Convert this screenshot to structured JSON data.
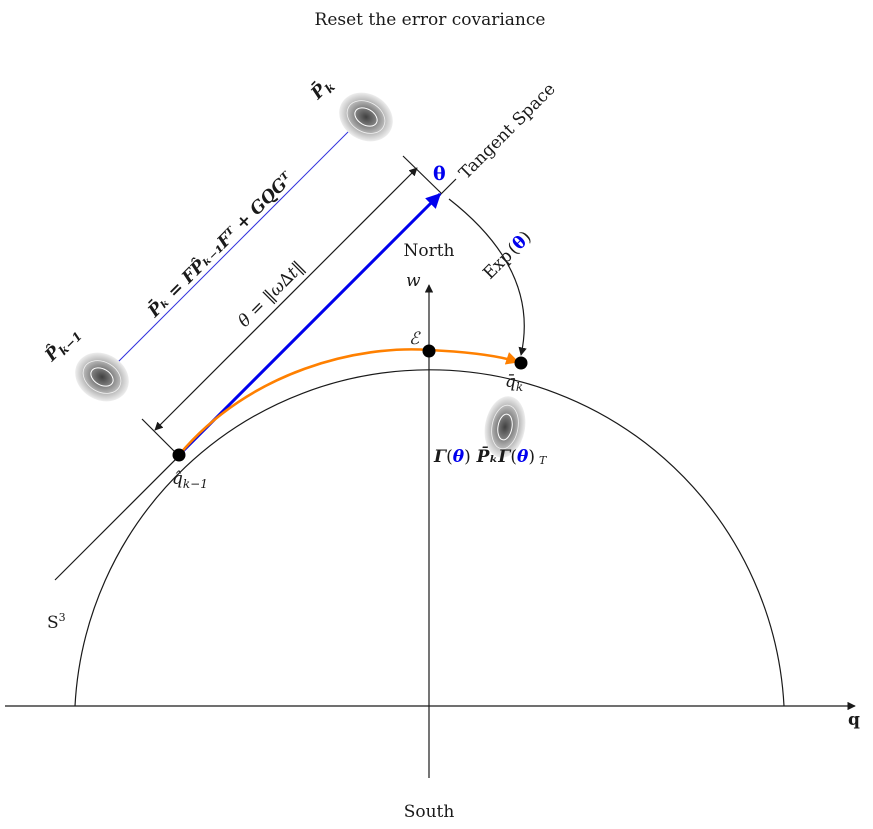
{
  "title": "Reset the error covariance",
  "labels": {
    "north": "North",
    "south": "South",
    "w_axis": "w",
    "q_axis": "q",
    "s3": "S",
    "s3_sup": "3",
    "tangent_space": "Tangent Space",
    "theta_bold": "θ",
    "exp_label": "Exp",
    "exp_open": "(",
    "exp_theta": "θ",
    "exp_close": ")",
    "identity": "ℰ",
    "q_prev": "q̂",
    "q_prev_sub": "k−1",
    "q_curr": "q̄",
    "q_curr_sub": "k",
    "p_prev": "P̂",
    "p_prev_sub": "k−1",
    "p_bar": "P̄",
    "p_bar_sub": "k",
    "theta_eq": "θ = ‖ω∆t‖",
    "prop_eq": "P̄ₖ = FP̂ₖ₋₁Fᵀ + GQGᵀ",
    "reset_gamma": "Γ",
    "reset_open": "(",
    "reset_theta": "θ",
    "reset_close": ")",
    "reset_p": " P̄ₖΓ",
    "reset_open2": "(",
    "reset_theta2": "θ",
    "reset_close2": ")",
    "reset_t": "T"
  },
  "colors": {
    "ink": "#1a1a1a",
    "blue": "#0000ee",
    "orange": "#ff8000",
    "thin_blue": "#3333dd"
  }
}
